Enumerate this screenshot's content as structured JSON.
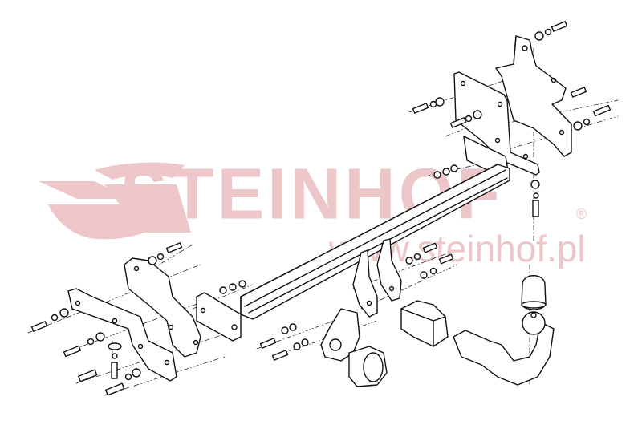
{
  "diagram": {
    "type": "exploded-assembly",
    "subject": "towbar (tow hitch) kit",
    "background_color": "#ffffff",
    "line_color": "#111111"
  },
  "watermark": {
    "brand": "STEINHOF",
    "registered_mark": "®",
    "url": "www.steinhof.pl",
    "color": "#ecc6c8"
  },
  "parts": [
    {
      "id": "left-mounting-bracket-outer",
      "label": "left outer mounting plate"
    },
    {
      "id": "left-mounting-bracket-inner",
      "label": "left inner mounting plate"
    },
    {
      "id": "right-mounting-bracket-outer",
      "label": "right outer mounting plate"
    },
    {
      "id": "right-mounting-bracket-inner",
      "label": "right inner bent bracket"
    },
    {
      "id": "crossbar",
      "label": "main crossbar beam"
    },
    {
      "id": "socket-plate",
      "label": "electrical socket plate"
    },
    {
      "id": "electrical-socket",
      "label": "7/13-pin socket"
    },
    {
      "id": "receiver-block",
      "label": "detachable ball receiver"
    },
    {
      "id": "tow-ball-neck",
      "label": "detachable tow ball neck"
    },
    {
      "id": "ball-cap",
      "label": "tow ball cap"
    },
    {
      "id": "fasteners",
      "label": "bolts, washers, nuts"
    }
  ]
}
